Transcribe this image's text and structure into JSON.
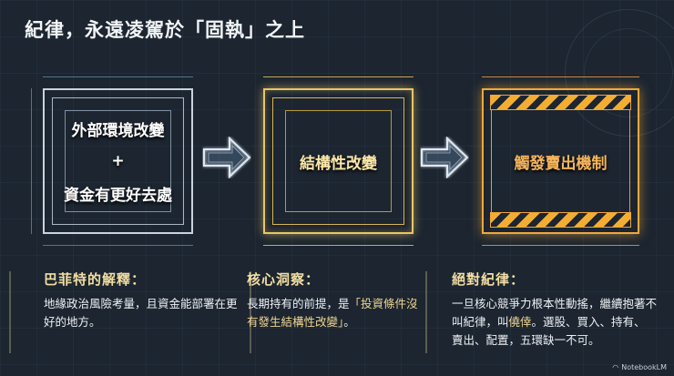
{
  "title": "紀律，永遠凌駕於「固執」之上",
  "boxes": [
    {
      "line1": "外部環境改變",
      "plus": "+",
      "line2": "資金有更好去處",
      "color": "#c9d4de"
    },
    {
      "label": "結構性改變",
      "color": "#e8c665"
    },
    {
      "label": "觸發賣出機制",
      "color": "#f2a83a"
    }
  ],
  "cards": [
    {
      "heading": "巴菲特的解釋：",
      "body": "地緣政治風險考量，且資金能部署在更好的地方。"
    },
    {
      "heading": "核心洞察：",
      "body_pre": "長期持有的前提，是",
      "body_highlight": "「投資條件沒有發生結構性改變」",
      "body_post": "。"
    },
    {
      "heading": "絕對紀律：",
      "body_pre": "一旦核心競爭力根本性動搖，繼續抱著不叫紀律，叫",
      "body_highlight": "僥倖",
      "body_post": "。選股、買入、持有、賣出、配置，五環缺一不可。"
    }
  ],
  "watermark": "NotebookLM",
  "colors": {
    "background": "#1c2530",
    "heading": "#f3dfa3",
    "highlight": "#f0d690",
    "hazard_orange": "#f3ad32"
  }
}
